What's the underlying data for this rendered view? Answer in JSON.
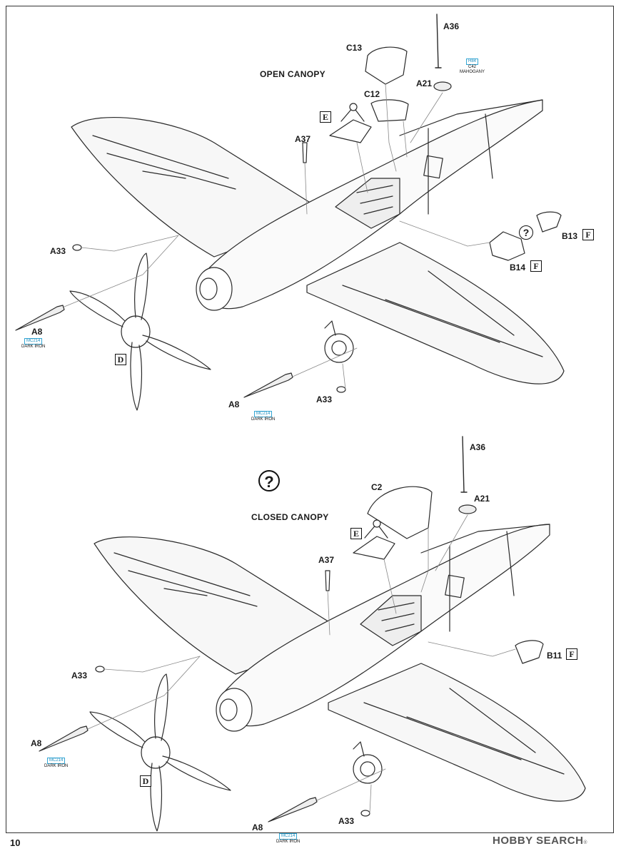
{
  "page_number": "10",
  "watermark": {
    "brand": "HOBBY SEARCH",
    "symbol": "®"
  },
  "sections": [
    {
      "title": "OPEN CANOPY",
      "labels": {
        "a36": "A36",
        "c13": "C13",
        "a21": "A21",
        "c12": "C12",
        "e": "E",
        "a37": "A37",
        "a33_left": "A33",
        "a33_bottom": "A33",
        "a8_left": "A8",
        "a8_bottom": "A8",
        "d": "D",
        "b13": "B13",
        "b14": "B14",
        "f_b13": "F",
        "f_b14": "F"
      },
      "paints": {
        "a21": {
          "code": "H84",
          "code2": "C42",
          "name": "MAHOGANY"
        },
        "a8_left": {
          "code": "MC214",
          "name": "DARK IRON"
        },
        "a8_bottom": {
          "code": "MC214",
          "name": "DARK IRON"
        }
      },
      "question_mark": "?"
    },
    {
      "title": "CLOSED CANOPY",
      "labels": {
        "a36": "A36",
        "c2": "C2",
        "a21": "A21",
        "e": "E",
        "a37": "A37",
        "a33_left": "A33",
        "a33_bottom": "A33",
        "a8_left": "A8",
        "a8_bottom": "A8",
        "d": "D",
        "b11": "B11",
        "f_b11": "F"
      },
      "paints": {
        "a8_left": {
          "code": "MC214",
          "name": "DARK IRON"
        },
        "a8_bottom": {
          "code": "MC214",
          "name": "DARK IRON"
        }
      },
      "question_mark": "?"
    }
  ]
}
